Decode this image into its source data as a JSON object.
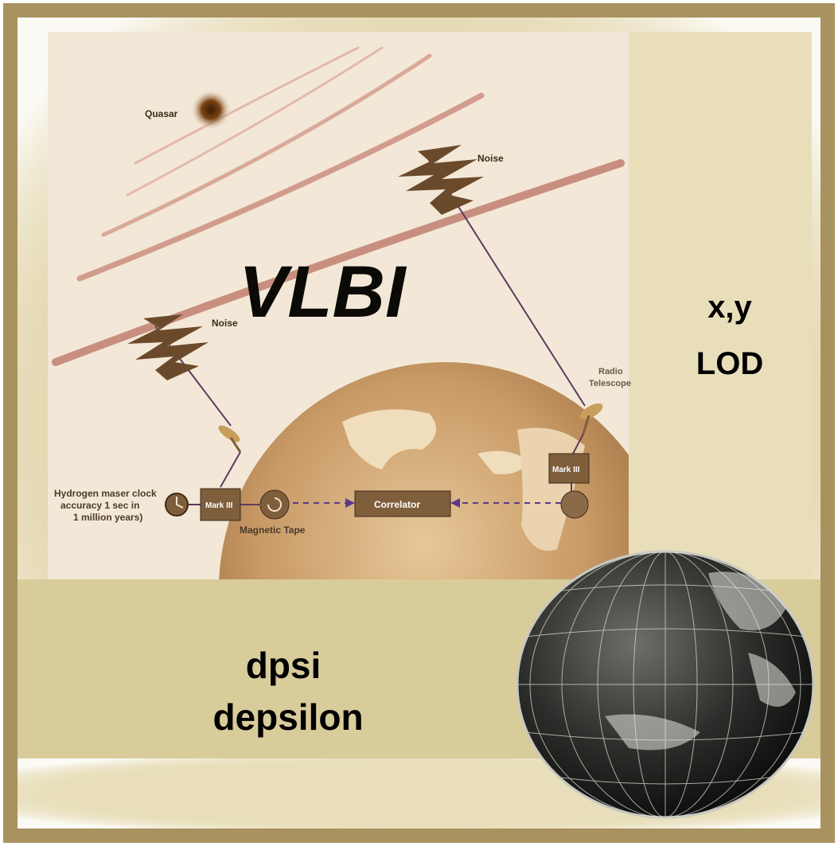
{
  "slide": {
    "title": "VLBI",
    "right_label_line1": "x,y",
    "right_label_line2": "LOD",
    "bottom_label_line1": "dpsi",
    "bottom_label_line2": "depsilon"
  },
  "diagram": {
    "quasar_label": "Quasar",
    "noise_label_left": "Noise",
    "noise_label_right": "Noise",
    "radio_telescope_label_line1": "Radio",
    "radio_telescope_label_line2": "Telescope",
    "clock_label_line1": "Hydrogen maser clock",
    "clock_label_line2": "accuracy 1 sec in",
    "clock_label_line3": "1 million years)",
    "mark3_left": "Mark III",
    "mark3_right": "Mark III",
    "tape_label": "Magnetic Tape",
    "correlator_label": "Correlator"
  },
  "colors": {
    "frame": "#a8925f",
    "background": "#e4d8b0",
    "diagram_paper": "#f3e8d7",
    "bottom_band": "#d9cc9b",
    "earth": "#c89a66",
    "device": "#7f5e3c"
  }
}
